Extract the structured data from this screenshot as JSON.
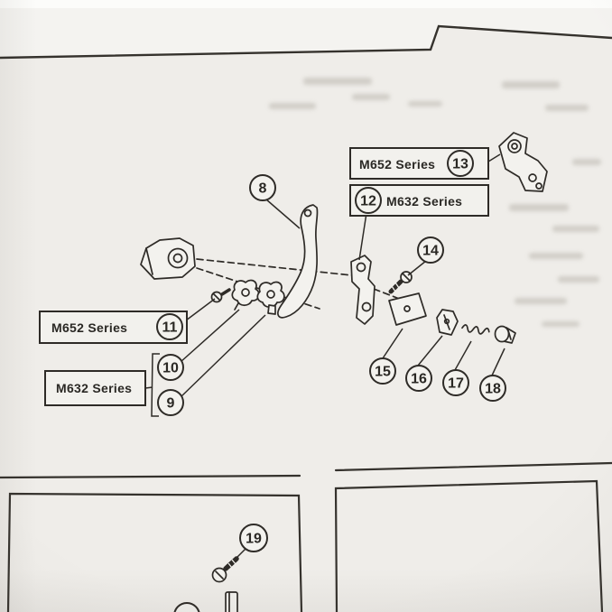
{
  "page": {
    "paper_color": "#efede9",
    "ink_color": "#2e2b27"
  },
  "series_boxes": {
    "top_m652": "M652 Series",
    "top_m632": "M632 Series",
    "left_m652": "M652 Series",
    "left_m632": "M632 Series"
  },
  "callouts": {
    "c8": "8",
    "c9": "9",
    "c10": "10",
    "c11": "11",
    "c12": "12",
    "c13": "13",
    "c14": "14",
    "c15": "15",
    "c16": "16",
    "c17": "17",
    "c18": "18",
    "c19": "19"
  }
}
